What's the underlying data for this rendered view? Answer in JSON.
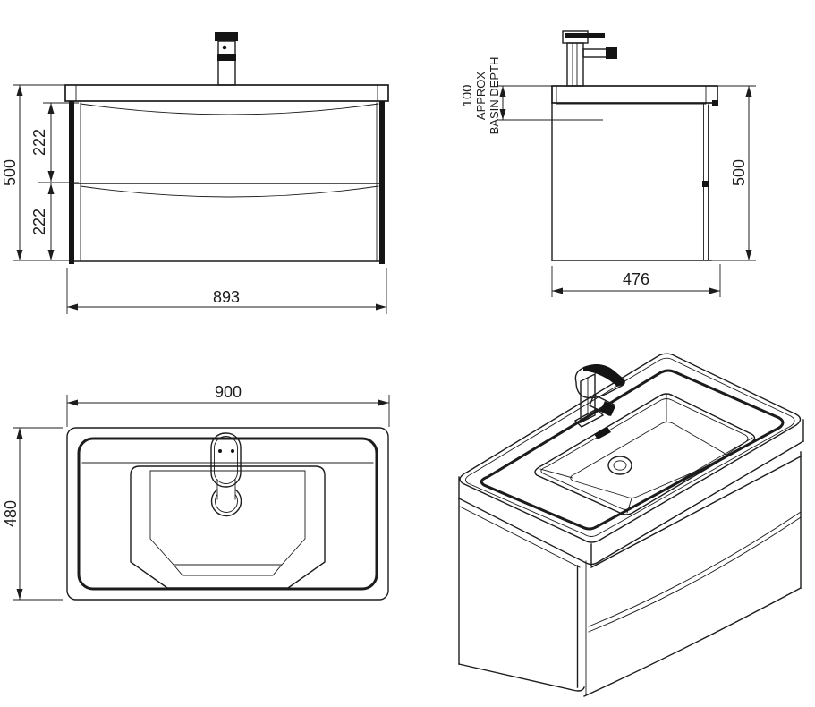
{
  "colors": {
    "line": "#1c1c1c",
    "background": "#ffffff"
  },
  "views": {
    "front": {
      "height": "500",
      "drawer_top": "222",
      "drawer_bottom": "222",
      "width": "893"
    },
    "side": {
      "basin_depth": "100",
      "basin_depth_label_1": "APPROX",
      "basin_depth_label_2": "BASIN DEPTH",
      "height": "500",
      "depth": "476"
    },
    "plan": {
      "width": "900",
      "depth": "480"
    }
  }
}
